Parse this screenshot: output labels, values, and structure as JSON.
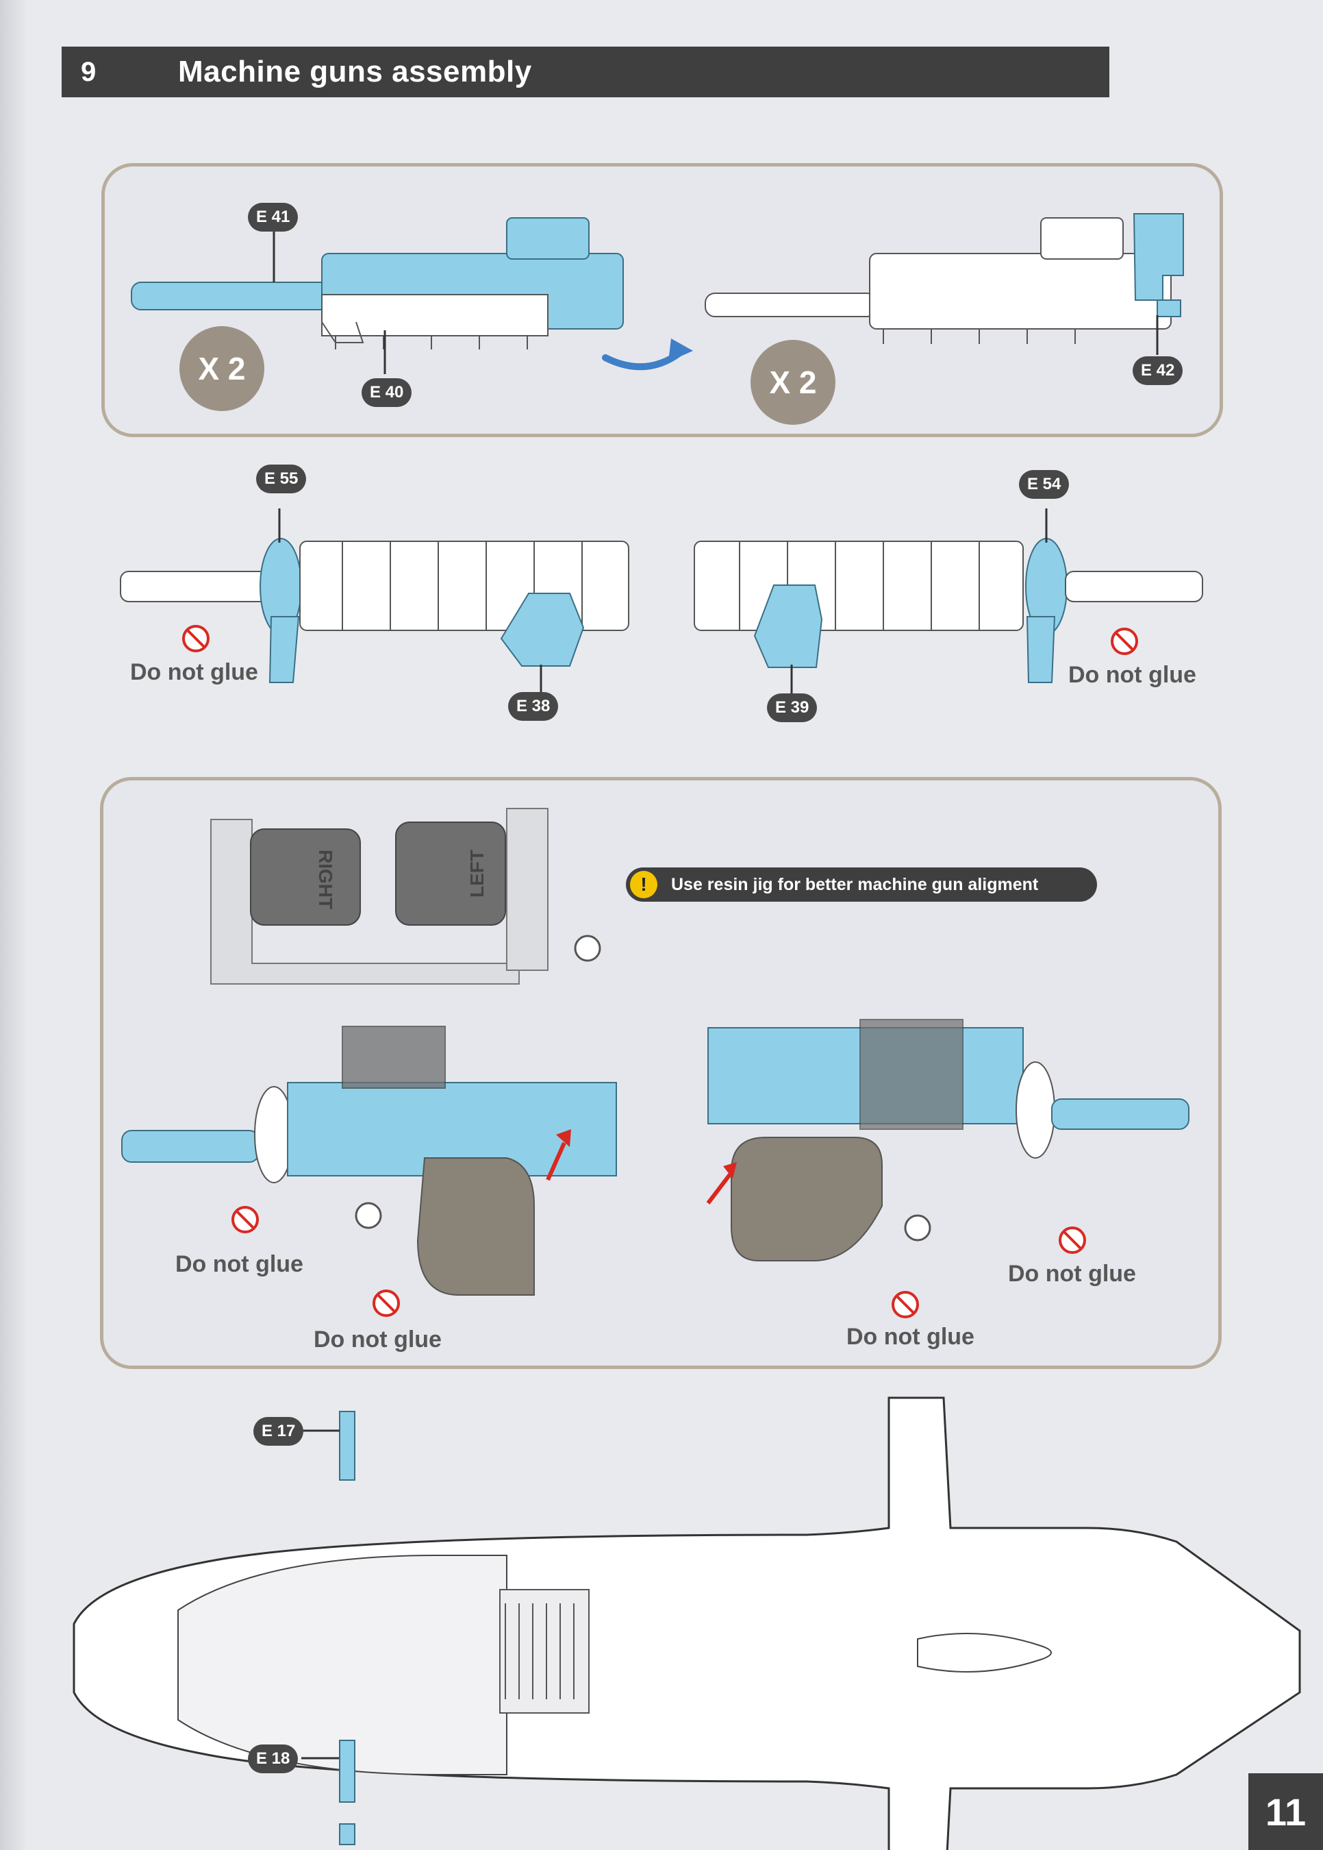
{
  "header": {
    "step_number": "9",
    "title": "Machine guns assembly"
  },
  "parts": {
    "e41": "E 41",
    "e40": "E 40",
    "e42": "E 42",
    "e55": "E 55",
    "e54": "E 54",
    "e38": "E 38",
    "e39": "E 39",
    "e17": "E 17",
    "e18": "E 18"
  },
  "multipliers": {
    "left": "X 2",
    "right": "X 2"
  },
  "notes": {
    "do_not_glue": "Do not glue",
    "jig_tip": "Use resin jig for better machine gun aligment"
  },
  "jig_labels": {
    "right": "RIGHT",
    "left": "LEFT"
  },
  "footer": {
    "page_number": "11"
  },
  "colors": {
    "part_highlight": "#8fd0e8",
    "jig_gray": "#8a8377",
    "arrow_blue": "#3f7fc8",
    "arrow_red": "#d8281f"
  }
}
